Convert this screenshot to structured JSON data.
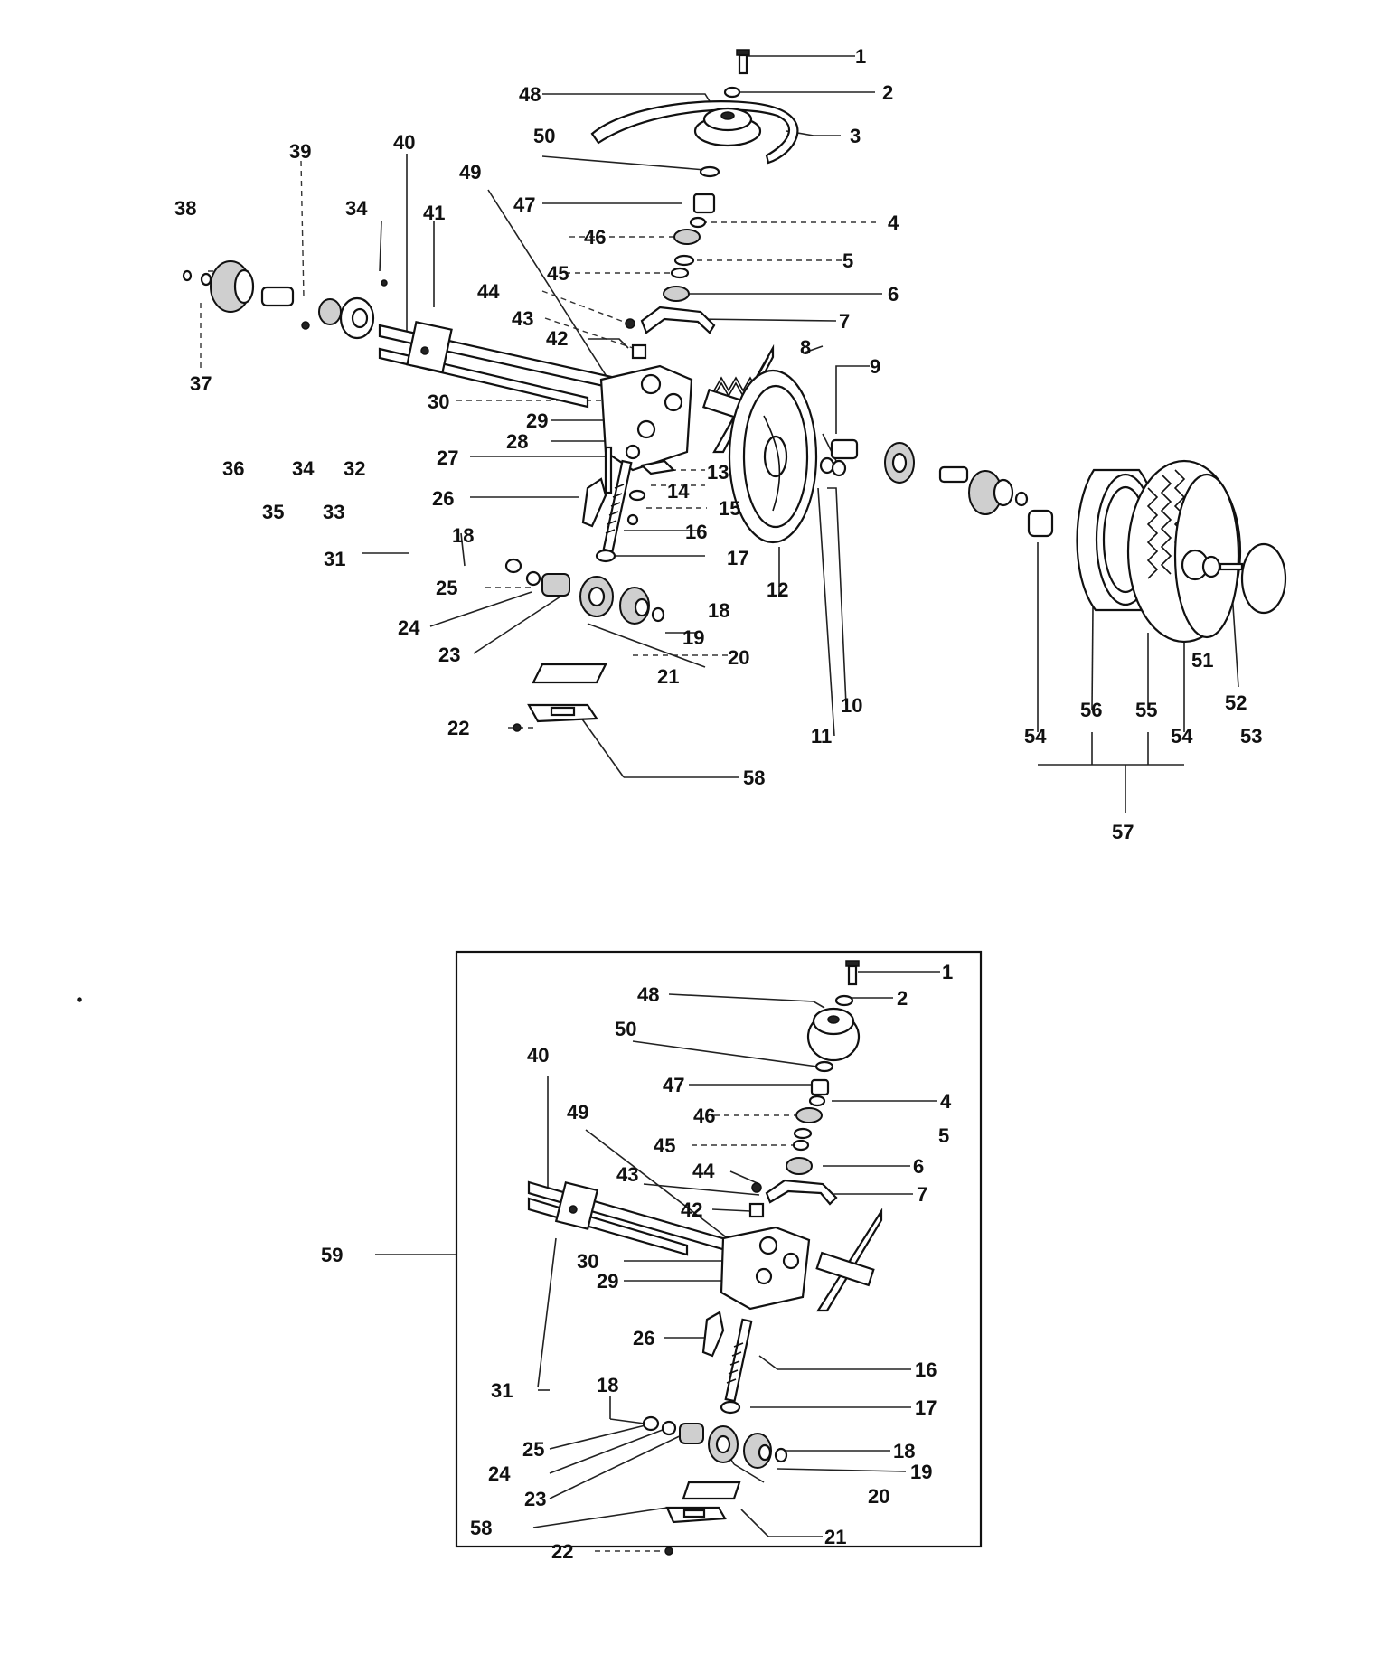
{
  "upper": {
    "labels": [
      "1",
      "2",
      "48",
      "3",
      "50",
      "47",
      "4",
      "46",
      "5",
      "45",
      "6",
      "44",
      "7",
      "43",
      "42",
      "49",
      "40",
      "39",
      "38",
      "34",
      "41",
      "8",
      "9",
      "30",
      "29",
      "28",
      "27",
      "13",
      "14",
      "26",
      "15",
      "16",
      "17",
      "12",
      "37",
      "36",
      "35",
      "33",
      "32",
      "31",
      "18",
      "25",
      "24",
      "23",
      "19",
      "20",
      "21",
      "22",
      "58",
      "10",
      "11",
      "56",
      "55",
      "51",
      "52",
      "53",
      "54",
      "57"
    ]
  },
  "inset": {
    "labels": [
      "1",
      "2",
      "48",
      "50",
      "47",
      "4",
      "46",
      "5",
      "45",
      "6",
      "44",
      "7",
      "43",
      "42",
      "40",
      "49",
      "30",
      "29",
      "26",
      "16",
      "17",
      "18",
      "25",
      "24",
      "23",
      "19",
      "20",
      "21",
      "58",
      "22",
      "31"
    ],
    "assembly_label": "59"
  }
}
